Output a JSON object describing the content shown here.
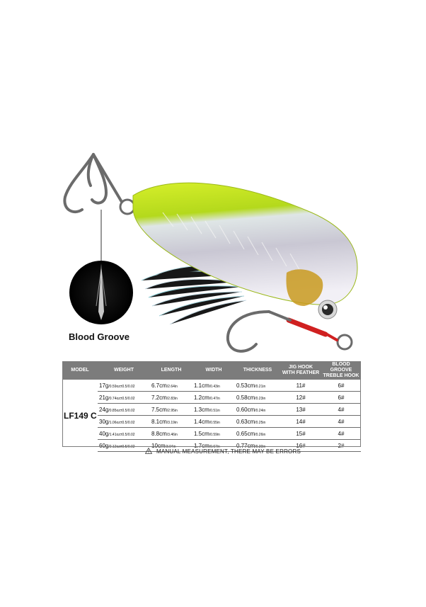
{
  "callout": {
    "label": "Blood Groove"
  },
  "table": {
    "headers": {
      "model": "MODEL",
      "weight": "WEIGHT",
      "length": "LENGTH",
      "width": "WIDTH",
      "thickness": "THICKNESS",
      "jig_hook_1": "JIG HOOK",
      "jig_hook_2": "WITH FEATHER",
      "treble_1": "BLOOD GROOVE",
      "treble_2": "TREBLE HOOK"
    },
    "model": "LF149 C",
    "rows": [
      {
        "weight": "17g",
        "weight_sub": "/0.59oz±0.5/0.02",
        "length": "6.7cm",
        "length_sub": "/2.64in",
        "width": "1.1cm",
        "width_sub": "/0.43in",
        "thickness": "0.53cm",
        "thickness_sub": "/0.21in",
        "jig": "11#",
        "treble": "6#"
      },
      {
        "weight": "21g",
        "weight_sub": "/0.74oz±0.5/0.02",
        "length": "7.2cm",
        "length_sub": "/2.83in",
        "width": "1.2cm",
        "width_sub": "/0.47in",
        "thickness": "0.58cm",
        "thickness_sub": "/0.23in",
        "jig": "12#",
        "treble": "6#"
      },
      {
        "weight": "24g",
        "weight_sub": "/0.85oz±0.5/0.02",
        "length": "7.5cm",
        "length_sub": "/2.95in",
        "width": "1.3cm",
        "width_sub": "/0.51in",
        "thickness": "0.60cm",
        "thickness_sub": "/0.24in",
        "jig": "13#",
        "treble": "4#"
      },
      {
        "weight": "30g",
        "weight_sub": "/1.06oz±0.5/0.02",
        "length": "8.1cm",
        "length_sub": "/3.19in",
        "width": "1.4cm",
        "width_sub": "/0.55in",
        "thickness": "0.63cm",
        "thickness_sub": "/0.25in",
        "jig": "14#",
        "treble": "4#"
      },
      {
        "weight": "40g",
        "weight_sub": "/1.41oz±0.5/0.02",
        "length": "8.8cm",
        "length_sub": "/3.46in",
        "width": "1.5cm",
        "width_sub": "/0.59in",
        "thickness": "0.65cm",
        "thickness_sub": "/0.26in",
        "jig": "15#",
        "treble": "4#"
      },
      {
        "weight": "60g",
        "weight_sub": "/2.12oz±0.5/0.02",
        "length": "10cm",
        "length_sub": "/3.94in",
        "width": "1.7cm",
        "width_sub": "/0.67in",
        "thickness": "0.77cm",
        "thickness_sub": "/0.30in",
        "jig": "16#",
        "treble": "2#"
      }
    ]
  },
  "note": "MANUAL MEASUREMENT, THERE MAY BE ERRORS",
  "colors": {
    "header_bg": "#7c7c7c",
    "lure_green": "#c6e62a",
    "hook_red": "#d02020"
  }
}
